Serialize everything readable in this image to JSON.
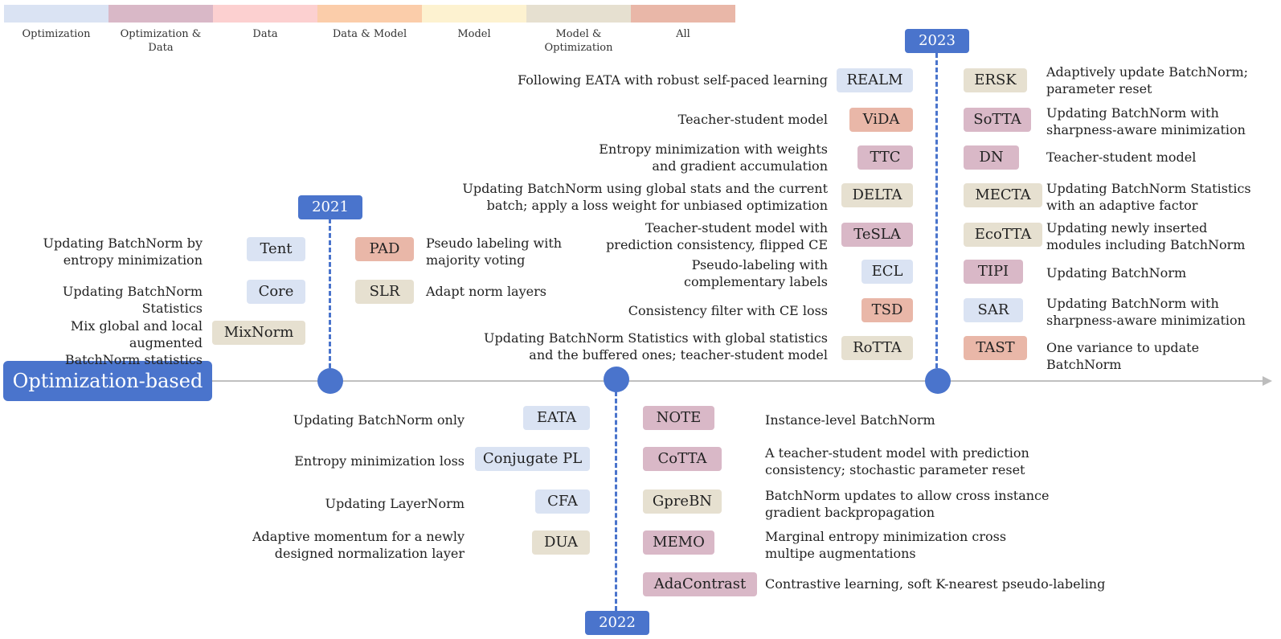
{
  "legend": [
    {
      "label": "Optimization",
      "color": "#dae3f3"
    },
    {
      "label": "Optimization &\nData",
      "color": "#d9b8c7"
    },
    {
      "label": "Data",
      "color": "#fcd0d0"
    },
    {
      "label": "Data & Model",
      "color": "#fbcdaa"
    },
    {
      "label": "Model",
      "color": "#fdf2d0"
    },
    {
      "label": "Model &\nOptimization",
      "color": "#e6e0d0"
    },
    {
      "label": "All",
      "color": "#e9b7a8"
    }
  ],
  "root_label": "Optimization-based",
  "years": {
    "y2021": "2021",
    "y2022": "2022",
    "y2023": "2023"
  },
  "methods_2021": [
    {
      "name": "Tent",
      "desc": "Updating BatchNorm by\nentropy minimization",
      "category": "Optimization"
    },
    {
      "name": "Core",
      "desc": "Updating BatchNorm\nStatistics",
      "category": "Optimization"
    },
    {
      "name": "MixNorm",
      "desc": "Mix global and local augmented\nBatchNorm statistics",
      "category": "Model & Optimization"
    },
    {
      "name": "PAD",
      "desc": "Pseudo labeling with\nmajority voting",
      "category": "All"
    },
    {
      "name": "SLR",
      "desc": "Adapt norm layers",
      "category": "Model & Optimization"
    }
  ],
  "methods_2022": [
    {
      "name": "EATA",
      "desc": "Updating BatchNorm only",
      "category": "Optimization"
    },
    {
      "name": "Conjugate PL",
      "desc": "Entropy minimization loss",
      "category": "Optimization"
    },
    {
      "name": "CFA",
      "desc": "Updating LayerNorm",
      "category": "Optimization"
    },
    {
      "name": "DUA",
      "desc": "Adaptive momentum for a newly\ndesigned normalization layer",
      "category": "Model & Optimization"
    },
    {
      "name": "NOTE",
      "desc": "Instance-level BatchNorm",
      "category": "Optimization & Data"
    },
    {
      "name": "CoTTA",
      "desc": "A teacher-student model with prediction\nconsistency; stochastic parameter reset",
      "category": "Optimization & Data"
    },
    {
      "name": "GpreBN",
      "desc": "BatchNorm updates to allow cross instance\ngradient backpropagation",
      "category": "Model & Optimization"
    },
    {
      "name": "MEMO",
      "desc": "Marginal entropy minimization cross\nmultipe augmentations",
      "category": "Optimization & Data"
    },
    {
      "name": "AdaContrast",
      "desc": "Contrastive learning, soft K-nearest pseudo-labeling",
      "category": "Optimization & Data"
    }
  ],
  "methods_2023": [
    {
      "name": "REALM",
      "desc": "Following EATA with robust self-paced learning",
      "category": "Optimization"
    },
    {
      "name": "ViDA",
      "desc": "Teacher-student model",
      "category": "All"
    },
    {
      "name": "TTC",
      "desc": "Entropy minimization with weights\nand gradient accumulation",
      "category": "Optimization & Data"
    },
    {
      "name": "DELTA",
      "desc": "Updating BatchNorm using global stats and the current\nbatch; apply a loss weight for unbiased optimization",
      "category": "Model & Optimization"
    },
    {
      "name": "TeSLA",
      "desc": "Teacher-student model with\nprediction consistency, flipped CE",
      "category": "Optimization & Data"
    },
    {
      "name": "ECL",
      "desc": "Pseudo-labeling with\ncomplementary labels",
      "category": "Optimization"
    },
    {
      "name": "TSD",
      "desc": "Consistency filter with CE loss",
      "category": "All"
    },
    {
      "name": "RoTTA",
      "desc": "Updating BatchNorm Statistics with global statistics\nand the buffered ones; teacher-student model",
      "category": "Model & Optimization"
    },
    {
      "name": "ERSK",
      "desc": "Adaptively update BatchNorm;\nparameter reset",
      "category": "Model & Optimization"
    },
    {
      "name": "SoTTA",
      "desc": "Updating BatchNorm with\nsharpness-aware minimization",
      "category": "Optimization & Data"
    },
    {
      "name": "DN",
      "desc": "Teacher-student model",
      "category": "Optimization & Data"
    },
    {
      "name": "MECTA",
      "desc": "Updating BatchNorm Statistics\nwith an adaptive factor",
      "category": "Model & Optimization"
    },
    {
      "name": "EcoTTA",
      "desc": "Updating newly inserted\nmodules including BatchNorm",
      "category": "Model & Optimization"
    },
    {
      "name": "TIPI",
      "desc": "Updating BatchNorm",
      "category": "Optimization & Data"
    },
    {
      "name": "SAR",
      "desc": "Updating BatchNorm with\nsharpness-aware minimization",
      "category": "Optimization"
    },
    {
      "name": "TAST",
      "desc": "One variance to update BatchNorm",
      "category": "All"
    }
  ]
}
